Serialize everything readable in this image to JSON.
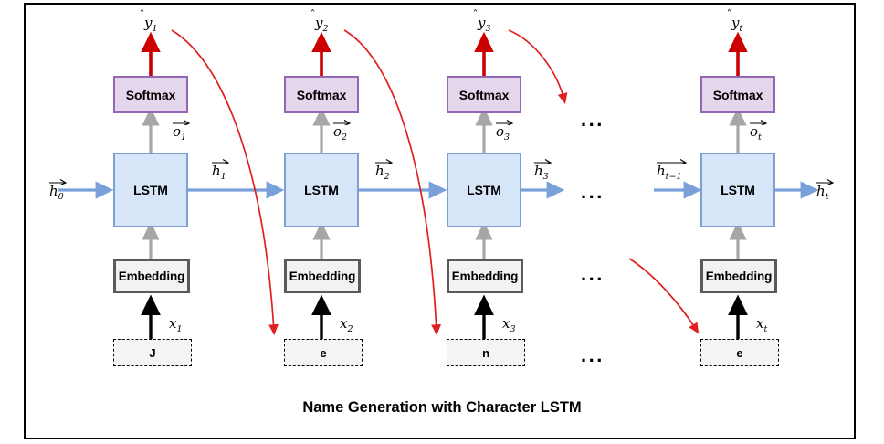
{
  "figure": {
    "title": "Name Generation with Character LSTM",
    "frame_border_color": "#000000"
  },
  "colors": {
    "softmax_fill": "#e4d7ec",
    "softmax_border": "#9467b4",
    "lstm_fill": "#d7e5f8",
    "lstm_border": "#7d9fd1",
    "embedding_fill": "#f2f2f2",
    "embedding_border": "#5a5a5a",
    "charbox_fill": "#f4f4f4",
    "charbox_border": "#000000",
    "output_arrow": "#cc0000",
    "hidden_arrow": "#7aa0da",
    "internal_arrow": "#a6a6a6",
    "input_arrow": "#000000",
    "feedback_arrow": "#e02020"
  },
  "labels": {
    "softmax": "Softmax",
    "lstm": "LSTM",
    "embedding": "Embedding",
    "ellipsis": "..."
  },
  "timesteps": [
    {
      "index": "1",
      "y_hat": "ŷ1",
      "o_vec": "o1",
      "h_out": "h1",
      "x_label": "x1",
      "character": "J"
    },
    {
      "index": "2",
      "y_hat": "ŷ2",
      "o_vec": "o2",
      "h_out": "h2",
      "x_label": "x2",
      "character": "e"
    },
    {
      "index": "3",
      "y_hat": "ŷ3",
      "o_vec": "o3",
      "h_out": "h3",
      "x_label": "x3",
      "character": "n"
    },
    {
      "index": "t",
      "y_hat": "ŷt",
      "o_vec": "ot",
      "h_out": "ht",
      "x_label": "xt",
      "character": "e"
    }
  ],
  "initial_hidden": "h0",
  "prev_hidden_last": "ht-1",
  "math": {
    "y_base": "y",
    "o_base": "o",
    "h_base": "h",
    "x_base": "x",
    "sub_1": "1",
    "sub_2": "2",
    "sub_3": "3",
    "sub_t": "t",
    "sub_0": "0",
    "sub_t_minus_1": "t−1"
  }
}
